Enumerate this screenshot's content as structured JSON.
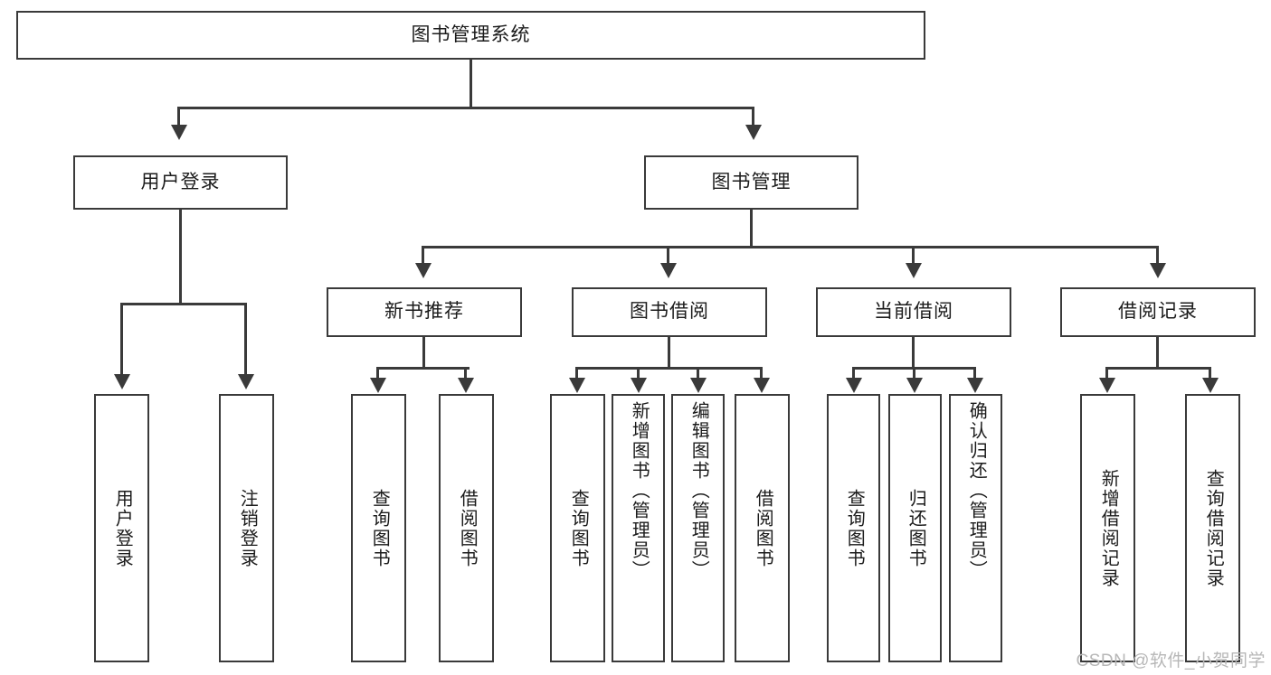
{
  "diagram": {
    "title": "图书管理系统",
    "type": "tree",
    "watermark": "CSDN @软件_小贺同学",
    "root": {
      "label": "图书管理系统",
      "children": [
        {
          "label": "用户登录",
          "children": [
            {
              "label": "用户登录"
            },
            {
              "label": "注销登录"
            }
          ]
        },
        {
          "label": "图书管理",
          "children": [
            {
              "label": "新书推荐",
              "children": [
                {
                  "label": "查询图书"
                },
                {
                  "label": "借阅图书"
                }
              ]
            },
            {
              "label": "图书借阅",
              "children": [
                {
                  "label": "查询图书"
                },
                {
                  "label": "新增图书（管理员）"
                },
                {
                  "label": "编辑图书（管理员）"
                },
                {
                  "label": "借阅图书"
                }
              ]
            },
            {
              "label": "当前借阅",
              "children": [
                {
                  "label": "查询图书"
                },
                {
                  "label": "归还图书"
                },
                {
                  "label": "确认归还（管理员）"
                }
              ]
            },
            {
              "label": "借阅记录",
              "children": [
                {
                  "label": "新增借阅记录"
                },
                {
                  "label": "查询借阅记录"
                }
              ]
            }
          ]
        }
      ]
    }
  },
  "nodes": {
    "root": "图书管理系统",
    "user_login": "用户登录",
    "book_manage": "图书管理",
    "new_book_rec": "新书推荐",
    "book_borrow": "图书借阅",
    "current_borrow": "当前借阅",
    "borrow_record": "借阅记录",
    "leaf_user_login": "用户登录",
    "leaf_logout": "注销登录",
    "leaf_rec_query": "查询图书",
    "leaf_rec_borrow": "借阅图书",
    "leaf_borrow_query": "查询图书",
    "leaf_borrow_add": "新增图书（管理员）",
    "leaf_borrow_edit": "编辑图书（管理员）",
    "leaf_borrow_borrow": "借阅图书",
    "leaf_cur_query": "查询图书",
    "leaf_cur_return": "归还图书",
    "leaf_cur_confirm": "确认归还（管理员）",
    "leaf_rec_add": "新增借阅记录",
    "leaf_rec_search": "查询借阅记录"
  },
  "style": {
    "border_color": "#3a3a3a",
    "text_color": "#1b1b1b",
    "background": "#ffffff",
    "watermark_color": "#b7b7b7"
  }
}
